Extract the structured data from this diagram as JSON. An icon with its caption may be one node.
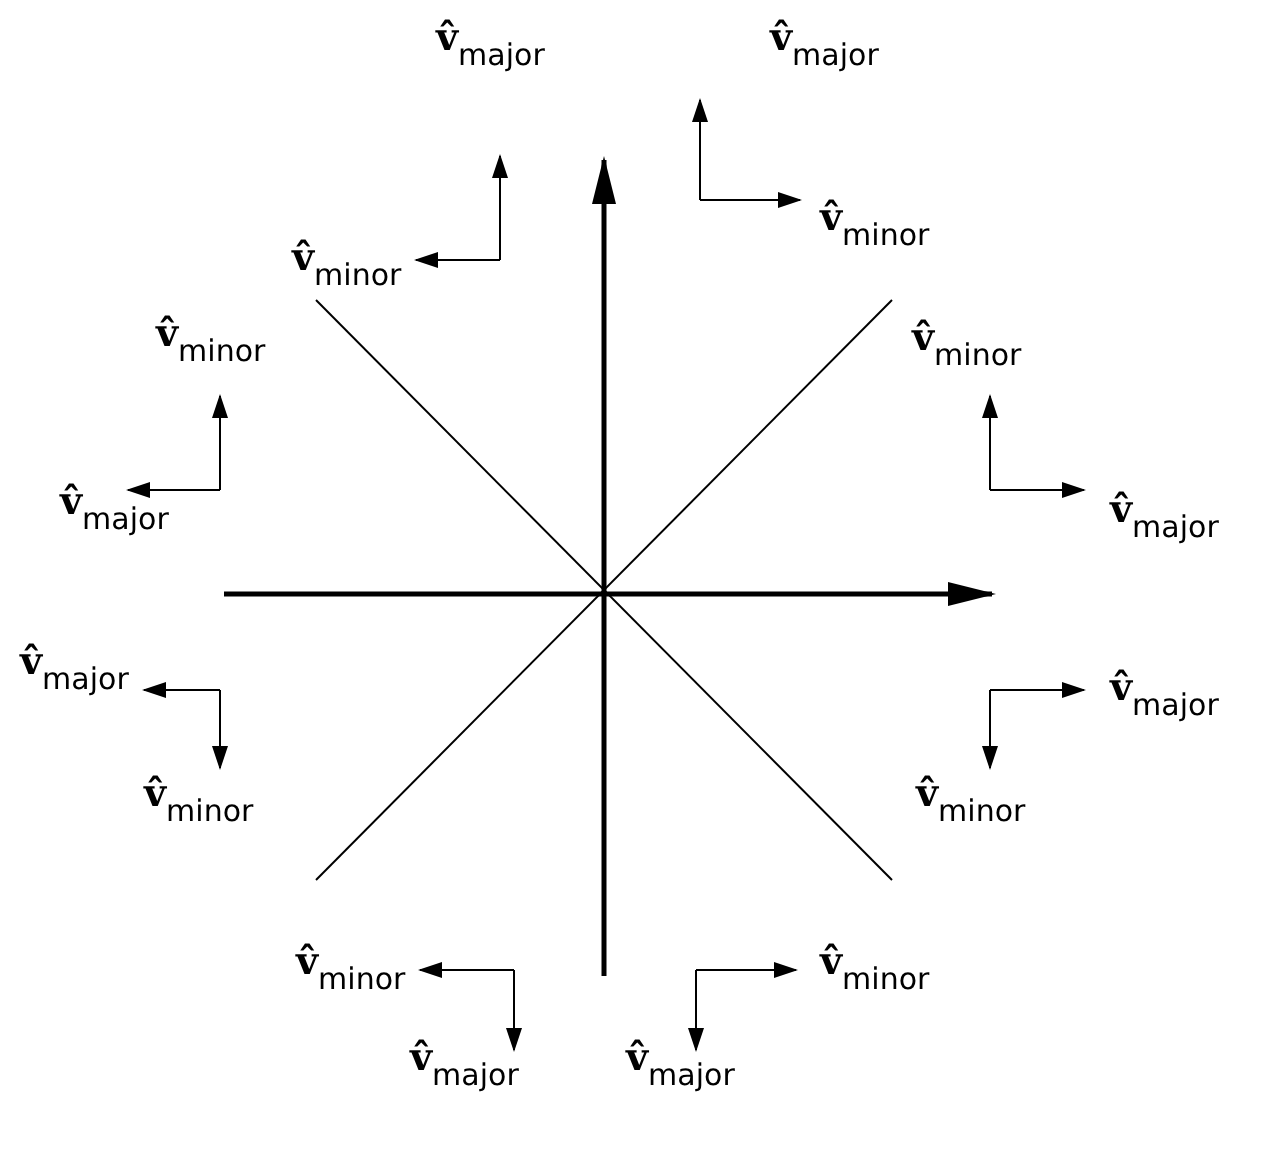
{
  "diagram": {
    "labels": [
      "v̂$_{major}$",
      "v̂$_{major}$",
      "v̂$_{minor}$",
      "v̂$_{minor}$",
      "v̂$_{minor}$",
      "v̂$_{minor}$",
      "v̂$_{major}$",
      "v̂$_{major}$",
      "v̂$_{major}$",
      "v̂$_{major}$",
      "v̂$_{minor}$",
      "v̂$_{minor}$",
      "v̂$_{minor}$",
      "v̂$_{minor}$",
      "v̂$_{major}$",
      "v̂$_{major}$"
    ]
  }
}
